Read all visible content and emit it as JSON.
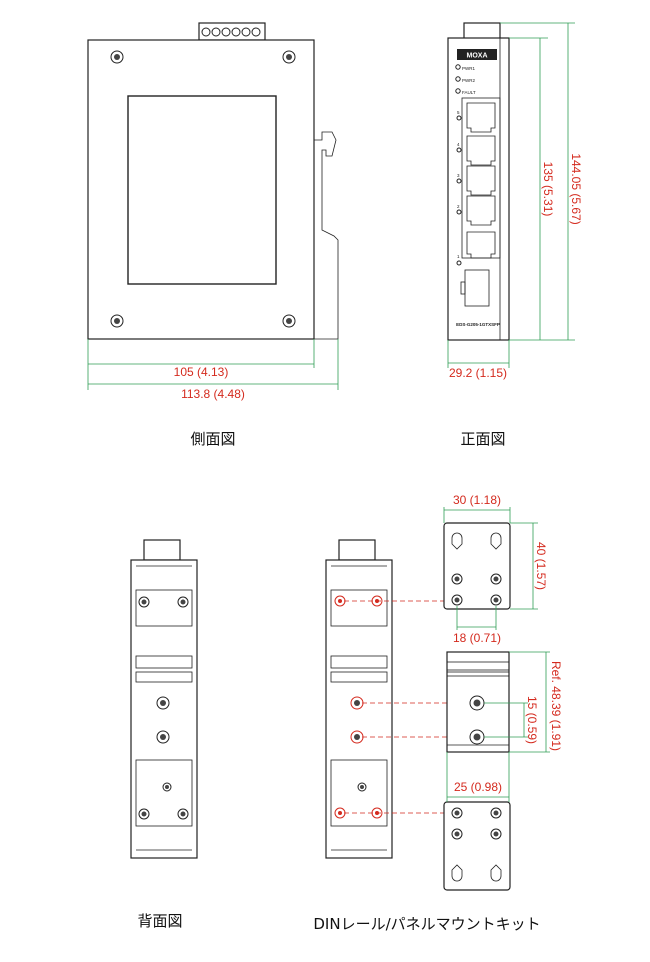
{
  "captions": {
    "side": "側面図",
    "front": "正面図",
    "back": "背面図",
    "din": "DINレール/パネルマウントキット"
  },
  "dimensions": {
    "side_width": "105 (4.13)",
    "side_total": "113.8 (4.48)",
    "front_width": "29.2 (1.15)",
    "front_height": "135 (5.31)",
    "front_total": "144.05 (5.67)",
    "plate_width": "30 (1.18)",
    "plate_height": "40 (1.57)",
    "plate_hole": "18 (0.71)",
    "din_ref": "Ref. 48.39 (1.91)",
    "din_hole": "15 (0.59)",
    "din_width": "25 (0.98)"
  },
  "labels": {
    "brand": "MOXA",
    "model": "EDS-G205-1GTXSFP",
    "pwr1": "PWR1",
    "pwr2": "PWR2",
    "fault": "FAULT",
    "port_5": "5",
    "port_4": "4",
    "port_3": "3",
    "port_2": "2",
    "port_1": "1"
  },
  "colors": {
    "dimension_text": "#d42a1e",
    "dimension_line": "#2f9e55",
    "outline": "#222222"
  }
}
